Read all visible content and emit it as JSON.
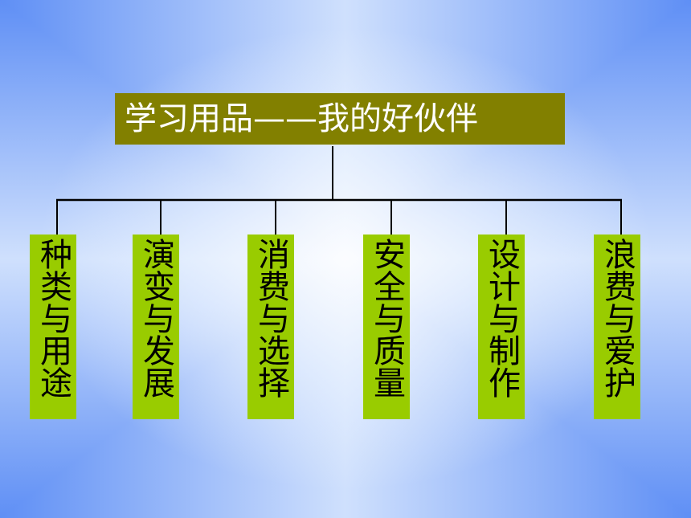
{
  "title": "学习用品——我的好伙伴",
  "topics": [
    {
      "label": "种类与用途"
    },
    {
      "label": "演变与发展"
    },
    {
      "label": "消费与选择"
    },
    {
      "label": "安全与质量"
    },
    {
      "label": "设计与制作"
    },
    {
      "label": "浪费与爱护"
    }
  ],
  "colors": {
    "title_bg": "#828000",
    "title_text": "#ffffff",
    "topic_bg": "#99cc00",
    "topic_text": "#000000",
    "line": "#000000",
    "background_edge": "#5f8ff5",
    "background_center": "#ffffff"
  }
}
